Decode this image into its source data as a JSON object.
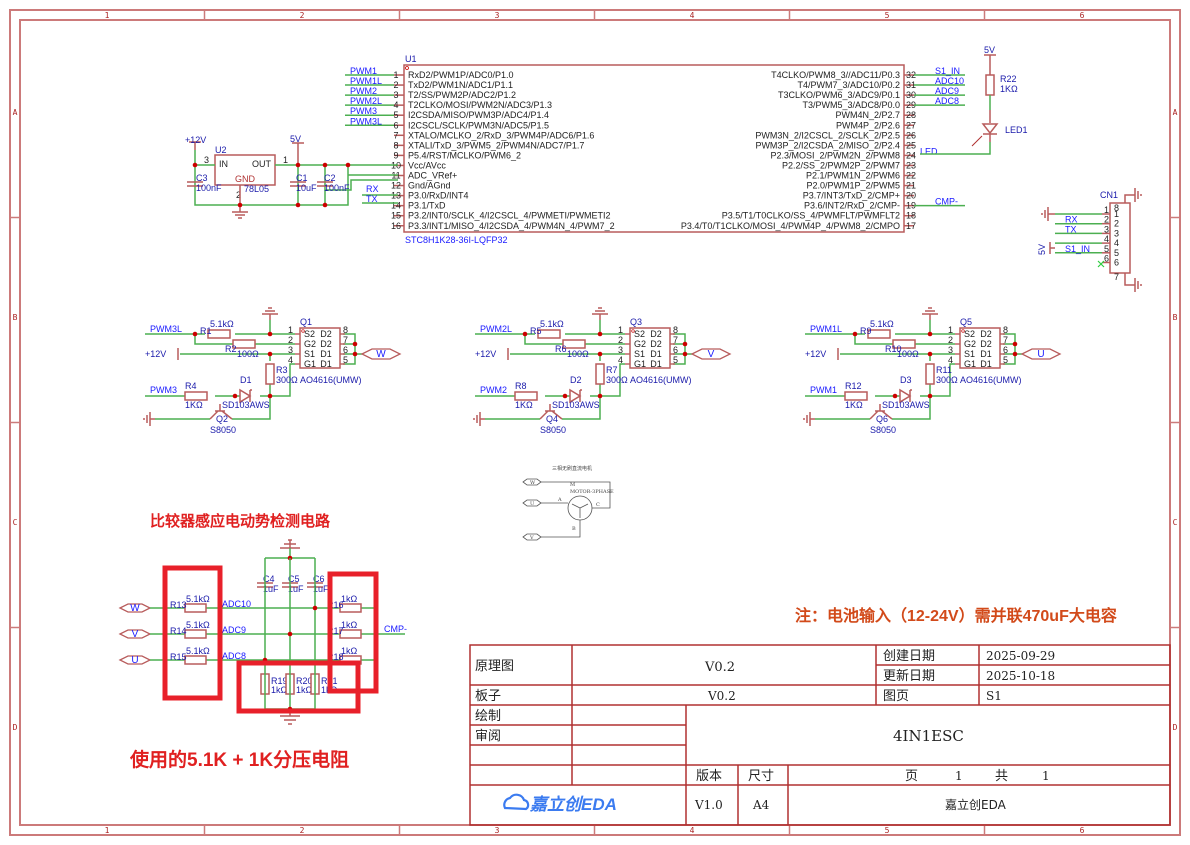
{
  "frame": {
    "columns": [
      "1",
      "2",
      "3",
      "4",
      "5",
      "6"
    ],
    "rows": [
      "A",
      "B",
      "C",
      "D"
    ]
  },
  "mcu": {
    "ref": "U1",
    "part": "STC8H1K28-36I-LQFP32",
    "left_pins": [
      {
        "num": "1",
        "name": "RxD2/PWM1P/ADC0/P1.0",
        "net": "PWM1"
      },
      {
        "num": "2",
        "name": "TxD2/PWM1N/ADC1/P1.1",
        "net": "PWM1L"
      },
      {
        "num": "3",
        "name": "T2/SS/PWM2P/ADC2/P1.2",
        "net": "PWM2"
      },
      {
        "num": "4",
        "name": "T2CLKO/MOSI/PWM2N/ADC3/P1.3",
        "net": "PWM2L"
      },
      {
        "num": "5",
        "name": "I2CSDA/MISO/PWM3P/ADC4/P1.4",
        "net": "PWM3"
      },
      {
        "num": "6",
        "name": "I2CSCL/SCLK/PWM3N/ADC5/P1.5",
        "net": "PWM3L"
      },
      {
        "num": "7",
        "name": "XTALO/MCLKO_2/RxD_3/PWM4P/ADC6/P1.6",
        "net": ""
      },
      {
        "num": "8",
        "name": "XTALI/TxD_3/PWM5_2/PWM4N/ADC7/P1.7",
        "net": ""
      },
      {
        "num": "9",
        "name": "P5.4/RST/MCLKO/PWM6_2",
        "net": ""
      },
      {
        "num": "10",
        "name": "Vcc/AVcc",
        "net": ""
      },
      {
        "num": "11",
        "name": "ADC_VRef+",
        "net": ""
      },
      {
        "num": "12",
        "name": "Gnd/AGnd",
        "net": ""
      },
      {
        "num": "13",
        "name": "P3.0/RxD/INT4",
        "net": "RX"
      },
      {
        "num": "14",
        "name": "P3.1/TxD",
        "net": "TX"
      },
      {
        "num": "15",
        "name": "P3.2/INT0/SCLK_4/I2CSCL_4/PWMETI/PWMETI2",
        "net": ""
      },
      {
        "num": "16",
        "name": "P3.3/INT1/MISO_4/I2CSDA_4/PWM4N_4/PWM7_2",
        "net": ""
      }
    ],
    "right_pins": [
      {
        "num": "32",
        "name": "T4CLKO/PWM8_3//ADC11/P0.3",
        "net": "S1_IN"
      },
      {
        "num": "31",
        "name": "T4/PWM7_3/ADC10/P0.2",
        "net": "ADC10"
      },
      {
        "num": "30",
        "name": "T3CLKO/PWM6_3/ADC9/P0.1",
        "net": "ADC9"
      },
      {
        "num": "29",
        "name": "T3/PWM5_3/ADC8/P0.0",
        "net": "ADC8"
      },
      {
        "num": "28",
        "name": "PWM4N_2/P2.7",
        "net": ""
      },
      {
        "num": "27",
        "name": "PWM4P_2/P2.6",
        "net": ""
      },
      {
        "num": "26",
        "name": "PWM3N_2/I2CSCL_2/SCLK_2/P2.5",
        "net": ""
      },
      {
        "num": "25",
        "name": "PWM3P_2/I2CSDA_2/MISO_2/P2.4",
        "net": ""
      },
      {
        "num": "24",
        "name": "P2.3/MOSI_2/PWM2N_2/PWM8",
        "net": "LED"
      },
      {
        "num": "23",
        "name": "P2.2/SS_2/PWM2P_2/PWM7",
        "net": ""
      },
      {
        "num": "22",
        "name": "P2.1/PWM1N_2/PWM6",
        "net": ""
      },
      {
        "num": "21",
        "name": "P2.0/PWM1P_2/PWM5",
        "net": ""
      },
      {
        "num": "20",
        "name": "P3.7/INT3/TxD_2/CMP+",
        "net": ""
      },
      {
        "num": "19",
        "name": "P3.6/INT2/RxD_2/CMP-",
        "net": "CMP-"
      },
      {
        "num": "18",
        "name": "P3.5/T1/T0CLKO/SS_4/PWMFLT/PWMFLT2",
        "net": ""
      },
      {
        "num": "17",
        "name": "P3.4/T0/T1CLKO/MOSI_4/PWM4P_4/PWM8_2/CMPO",
        "net": ""
      }
    ]
  },
  "regulator": {
    "ref": "U2",
    "part": "78L05",
    "in_label": "IN",
    "out_label": "OUT",
    "gnd_label": "GND",
    "pin_in": "3",
    "pin_out": "1",
    "pin_gnd": "2",
    "vin": "+12V",
    "vout": "5V",
    "caps": [
      {
        "ref": "C3",
        "value": "100nF"
      },
      {
        "ref": "C1",
        "value": "10uF"
      },
      {
        "ref": "C2",
        "value": "100nF"
      }
    ]
  },
  "led_circuit": {
    "supply": "5V",
    "res_ref": "R22",
    "res_value": "1KΩ",
    "led_ref": "LED1",
    "net": "LED"
  },
  "connector": {
    "ref": "CN1",
    "pins": [
      "1",
      "2",
      "3",
      "4",
      "5",
      "6"
    ],
    "mount_pins": [
      "8",
      "7"
    ],
    "nets": [
      "",
      "RX",
      "TX",
      "",
      "S1_IN",
      ""
    ],
    "supply": "5V"
  },
  "drivers": [
    {
      "high_net": "PWM3L",
      "low_net": "PWM3",
      "r_gate": "R1",
      "r_gate_val": "5.1kΩ",
      "r_g2": "R2",
      "r_g2_val": "100Ω",
      "r_pull": "R3",
      "r_pull_val": "300Ω",
      "r_base": "R4",
      "r_base_val": "1KΩ",
      "diode": "D1",
      "diode_part": "SD103AWS",
      "mos": "Q1",
      "mos_part": "AO4616(UMW)",
      "bjt": "Q2",
      "bjt_part": "S8050",
      "phase": "W",
      "supply": "+12V"
    },
    {
      "high_net": "PWM2L",
      "low_net": "PWM2",
      "r_gate": "R5",
      "r_gate_val": "5.1kΩ",
      "r_g2": "R6",
      "r_g2_val": "100Ω",
      "r_pull": "R7",
      "r_pull_val": "300Ω",
      "r_base": "R8",
      "r_base_val": "1KΩ",
      "diode": "D2",
      "diode_part": "SD103AWS",
      "mos": "Q3",
      "mos_part": "AO4616(UMW)",
      "bjt": "Q4",
      "bjt_part": "S8050",
      "phase": "V",
      "supply": "+12V"
    },
    {
      "high_net": "PWM1L",
      "low_net": "PWM1",
      "r_gate": "R9",
      "r_gate_val": "5.1kΩ",
      "r_g2": "R10",
      "r_g2_val": "100Ω",
      "r_pull": "R11",
      "r_pull_val": "300Ω",
      "r_base": "R12",
      "r_base_val": "1KΩ",
      "diode": "D3",
      "diode_part": "SD103AWS",
      "mos": "Q5",
      "mos_part": "AO4616(UMW)",
      "bjt": "Q6",
      "bjt_part": "S8050",
      "phase": "U",
      "supply": "+12V"
    }
  ],
  "mos_pins": {
    "left": [
      "S2",
      "G2",
      "S1",
      "G1"
    ],
    "right": [
      "D2",
      "D2",
      "D1",
      "D1"
    ],
    "left_nums": [
      "1",
      "2",
      "3",
      "4"
    ],
    "right_nums": [
      "8",
      "7",
      "6",
      "5"
    ]
  },
  "motor": {
    "title": "三相无刷直流电机",
    "ref": "M",
    "part": "MOTOR-3PHASE",
    "phases": [
      "W",
      "U",
      "V"
    ],
    "terminals": [
      "A",
      "B",
      "C"
    ]
  },
  "comparator": {
    "title": "比较器感应电动势检测电路",
    "inputs": [
      {
        "phase": "W",
        "r_ref": "R13",
        "r_val": "5.1kΩ",
        "net": "ADC10",
        "r2_ref": "R16",
        "r2_val": "1kΩ"
      },
      {
        "phase": "V",
        "r_ref": "R14",
        "r_val": "5.1kΩ",
        "net": "ADC9",
        "r2_ref": "R17",
        "r2_val": "1kΩ"
      },
      {
        "phase": "U",
        "r_ref": "R15",
        "r_val": "5.1kΩ",
        "net": "ADC8",
        "r2_ref": "R18",
        "r2_val": "1kΩ"
      }
    ],
    "caps": [
      {
        "ref": "C4",
        "value": "1uF"
      },
      {
        "ref": "C5",
        "value": "1uF"
      },
      {
        "ref": "C6",
        "value": "1uF"
      }
    ],
    "pulldowns": [
      {
        "ref": "R19",
        "value": "1kΩ"
      },
      {
        "ref": "R20",
        "value": "1kΩ"
      },
      {
        "ref": "R21",
        "value": "1kΩ"
      }
    ],
    "output_net": "CMP-",
    "annotation": "使用的5.1K + 1K分压电阻"
  },
  "note": "注：电池输入（12-24V）需并联470uF大电容",
  "title_block": {
    "schematic_label": "原理图",
    "schematic_value": "V0.2",
    "board_label": "板子",
    "board_value": "V0.2",
    "created_label": "创建日期",
    "created_value": "2025-09-29",
    "updated_label": "更新日期",
    "updated_value": "2025-10-18",
    "sheet_label": "图页",
    "sheet_value": "S1",
    "drawn_label": "绘制",
    "reviewed_label": "审阅",
    "project": "4IN1ESC",
    "version_label": "版本",
    "size_label": "尺寸",
    "page_label": "页",
    "page_value": "1",
    "total_label": "共",
    "total_value": "1",
    "version_value": "V1.0",
    "size_value": "A4",
    "brand": "嘉立创EDA",
    "logo": "嘉立创EDA"
  }
}
